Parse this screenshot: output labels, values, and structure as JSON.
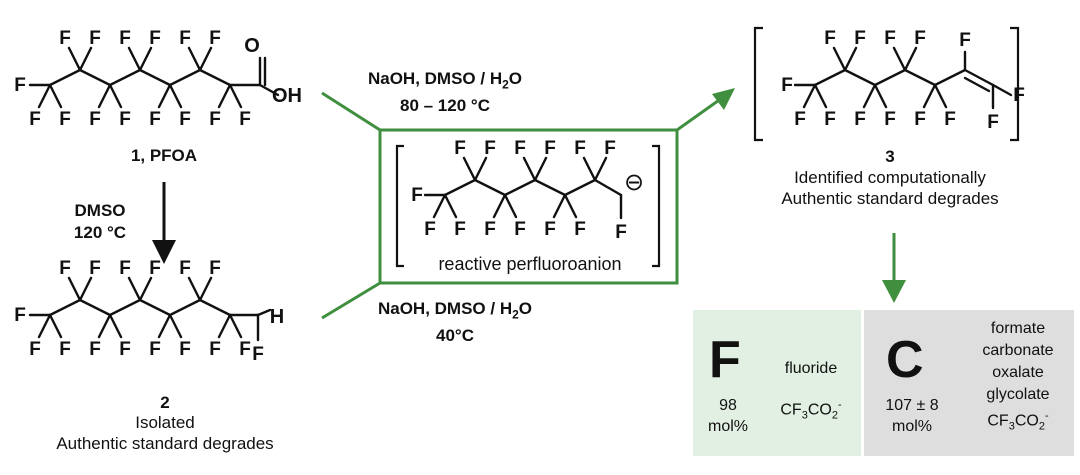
{
  "compound1": {
    "label": "1, PFOA"
  },
  "compound2": {
    "number": "2",
    "line1": "Isolated",
    "line2": "Authentic standard degrades"
  },
  "compound3": {
    "number": "3",
    "line1": "Identified computationally",
    "line2": "Authentic standard degrades"
  },
  "anion": {
    "label": "reactive perfluoroanion",
    "charge": "⊖"
  },
  "conditions": {
    "top": {
      "line1_pre": "NaOH, DMSO / H",
      "line1_sub": "2",
      "line1_post": "O",
      "line2": "80 – 120 °C"
    },
    "left": {
      "line1": "DMSO",
      "line2": "120 °C"
    },
    "bottom": {
      "line1_pre": "NaOH, DMSO / H",
      "line1_sub": "2",
      "line1_post": "O",
      "line2": "40°C"
    }
  },
  "products": {
    "fluorine": {
      "symbol": "F",
      "value": "98",
      "unit": "mol%",
      "species": [
        "fluoride"
      ],
      "tfa": {
        "pre": "CF",
        "sub": "3",
        "mid": "CO",
        "sub2": "2",
        "sup": "-"
      }
    },
    "carbon": {
      "symbol": "C",
      "value": "107 ± 8",
      "unit": "mol%",
      "species": [
        "formate",
        "carbonate",
        "oxalate",
        "glycolate"
      ],
      "tfa": {
        "pre": "CF",
        "sub": "3",
        "mid": "CO",
        "sub2": "2",
        "sup": "-"
      }
    }
  },
  "atoms": {
    "F": "F",
    "O": "O",
    "OH": "OH",
    "H": "H"
  },
  "colors": {
    "arrow_green": "#3f8f3f",
    "box_green": "#e2f0e3",
    "box_gray": "#dedede"
  }
}
